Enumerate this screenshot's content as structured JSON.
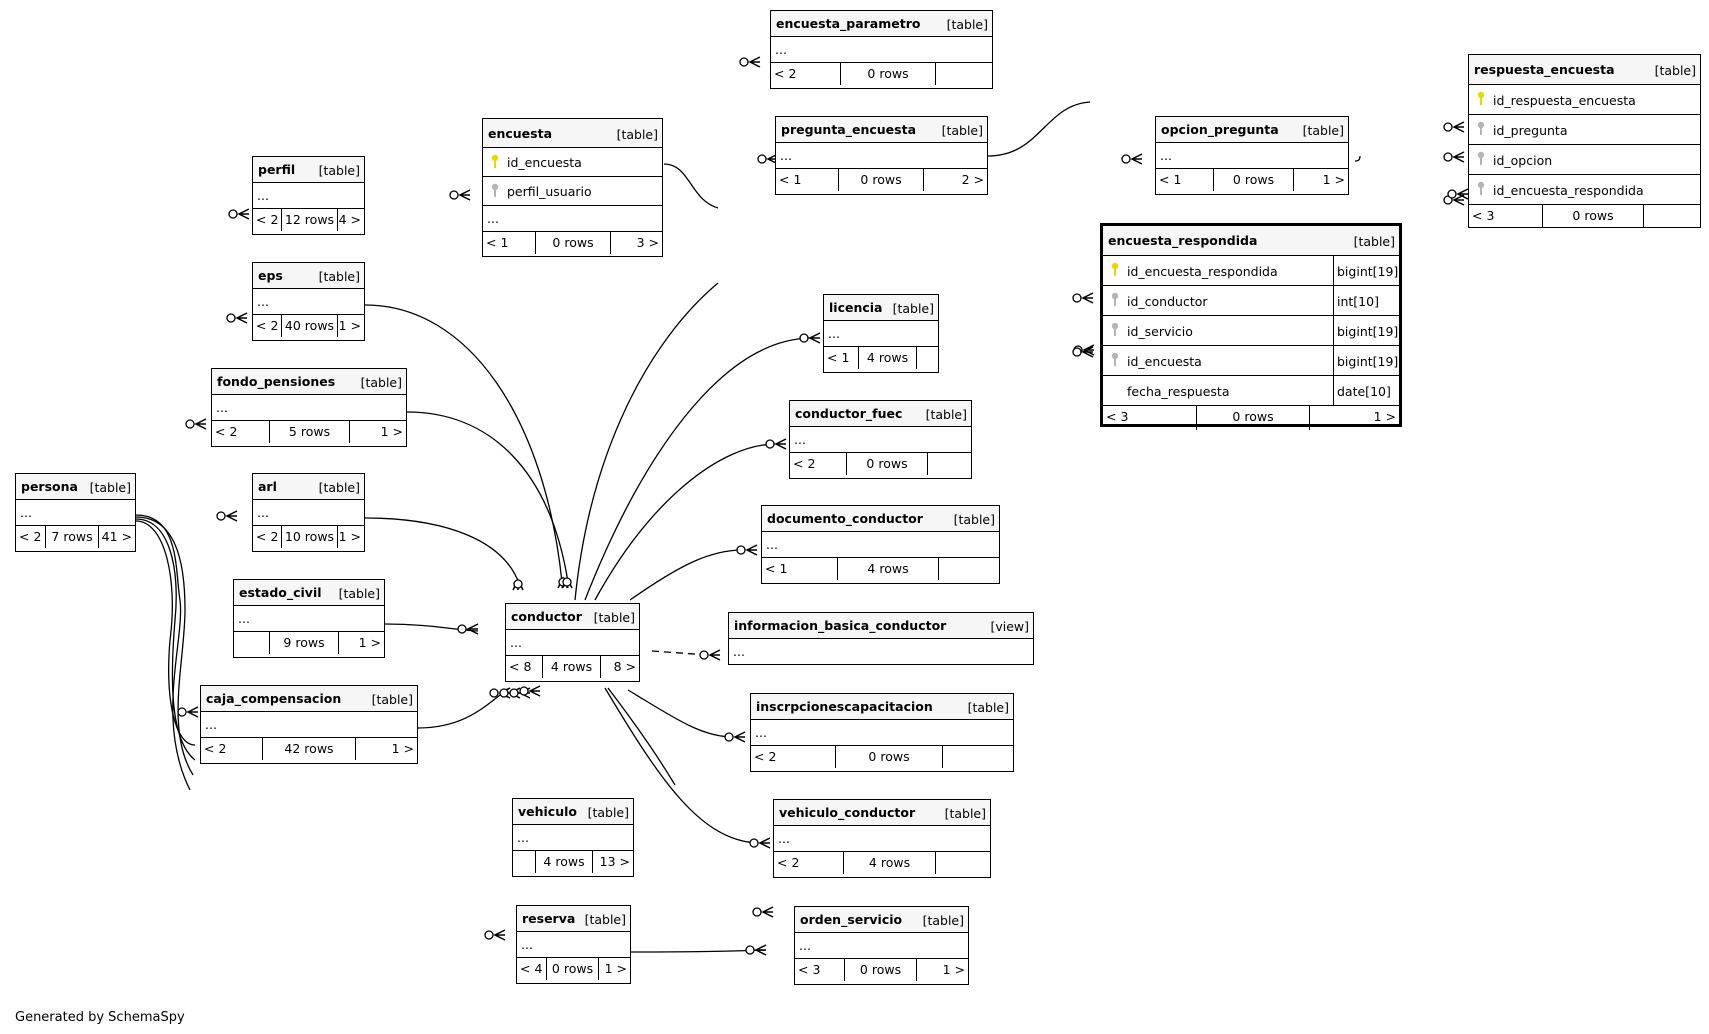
{
  "footer_text": "Generated by SchemaSpy",
  "colors": {
    "line": "#000000",
    "header_bg": "#f6f6f6",
    "primary_key": "#e8d800",
    "foreign_key": "#b4b4b4"
  },
  "tables": [
    {
      "name": "encuesta_parametro",
      "kind": "[table]",
      "ellipsis": "...",
      "rows_left": "< 2",
      "rows_count": "0 rows",
      "rows_right": ""
    },
    {
      "name": "respuesta_encuesta",
      "kind": "[table]",
      "columns": [
        {
          "name": "id_respuesta_encuesta",
          "key": "primary"
        },
        {
          "name": "id_pregunta",
          "key": "foreign"
        },
        {
          "name": "id_opcion",
          "key": "foreign"
        },
        {
          "name": "id_encuesta_respondida",
          "key": "foreign"
        }
      ],
      "rows_left": "< 3",
      "rows_count": "0 rows",
      "rows_right": ""
    },
    {
      "name": "pregunta_encuesta",
      "kind": "[table]",
      "ellipsis": "...",
      "rows_left": "< 1",
      "rows_count": "0 rows",
      "rows_right": "2 >"
    },
    {
      "name": "opcion_pregunta",
      "kind": "[table]",
      "ellipsis": "...",
      "rows_left": "< 1",
      "rows_count": "0 rows",
      "rows_right": "1 >"
    },
    {
      "name": "encuesta",
      "kind": "[table]",
      "columns": [
        {
          "name": "id_encuesta",
          "key": "primary"
        },
        {
          "name": "perfil_usuario",
          "key": "foreign"
        }
      ],
      "ellipsis": "...",
      "rows_left": "< 1",
      "rows_count": "0 rows",
      "rows_right": "3 >"
    },
    {
      "name": "perfil",
      "kind": "[table]",
      "ellipsis": "...",
      "rows_left": "< 2",
      "rows_count": "12 rows",
      "rows_right": "4 >"
    },
    {
      "name": "encuesta_respondida",
      "kind": "[table]",
      "columns": [
        {
          "name": "id_encuesta_respondida",
          "key": "primary",
          "type": "bigint[19]"
        },
        {
          "name": "id_conductor",
          "key": "foreign",
          "type": "int[10]"
        },
        {
          "name": "id_servicio",
          "key": "foreign",
          "type": "bigint[19]"
        },
        {
          "name": "id_encuesta",
          "key": "foreign",
          "type": "bigint[19]"
        },
        {
          "name": "fecha_respuesta",
          "key": "none",
          "type": "date[10]"
        }
      ],
      "rows_left": "< 3",
      "rows_count": "0 rows",
      "rows_right": "1 >"
    },
    {
      "name": "eps",
      "kind": "[table]",
      "ellipsis": "...",
      "rows_left": "< 2",
      "rows_count": "40 rows",
      "rows_right": "1 >"
    },
    {
      "name": "licencia",
      "kind": "[table]",
      "ellipsis": "...",
      "rows_left": "< 1",
      "rows_count": "4 rows",
      "rows_right": ""
    },
    {
      "name": "fondo_pensiones",
      "kind": "[table]",
      "ellipsis": "...",
      "rows_left": "< 2",
      "rows_count": "5 rows",
      "rows_right": "1 >"
    },
    {
      "name": "conductor_fuec",
      "kind": "[table]",
      "ellipsis": "...",
      "rows_left": "< 2",
      "rows_count": "0 rows",
      "rows_right": ""
    },
    {
      "name": "persona",
      "kind": "[table]",
      "ellipsis": "...",
      "rows_left": "< 2",
      "rows_count": "7 rows",
      "rows_right": "41 >"
    },
    {
      "name": "arl",
      "kind": "[table]",
      "ellipsis": "...",
      "rows_left": "< 2",
      "rows_count": "10 rows",
      "rows_right": "1 >"
    },
    {
      "name": "documento_conductor",
      "kind": "[table]",
      "ellipsis": "...",
      "rows_left": "< 1",
      "rows_count": "4 rows",
      "rows_right": ""
    },
    {
      "name": "estado_civil",
      "kind": "[table]",
      "ellipsis": "...",
      "rows_left": "",
      "rows_count": "9 rows",
      "rows_right": "1 >"
    },
    {
      "name": "conductor",
      "kind": "[table]",
      "ellipsis": "...",
      "rows_left": "< 8",
      "rows_count": "4 rows",
      "rows_right": "8 >"
    },
    {
      "name": "informacion_basica_conductor",
      "kind": "[view]",
      "ellipsis": "..."
    },
    {
      "name": "caja_compensacion",
      "kind": "[table]",
      "ellipsis": "...",
      "rows_left": "< 2",
      "rows_count": "42 rows",
      "rows_right": "1 >"
    },
    {
      "name": "inscrpcionescapacitacion",
      "kind": "[table]",
      "ellipsis": "...",
      "rows_left": "< 2",
      "rows_count": "0 rows",
      "rows_right": ""
    },
    {
      "name": "vehiculo",
      "kind": "[table]",
      "ellipsis": "...",
      "rows_left": "",
      "rows_count": "4 rows",
      "rows_right": "13 >"
    },
    {
      "name": "vehiculo_conductor",
      "kind": "[table]",
      "ellipsis": "...",
      "rows_left": "< 2",
      "rows_count": "4 rows",
      "rows_right": ""
    },
    {
      "name": "reserva",
      "kind": "[table]",
      "ellipsis": "...",
      "rows_left": "< 4",
      "rows_count": "0 rows",
      "rows_right": "1 >"
    },
    {
      "name": "orden_servicio",
      "kind": "[table]",
      "ellipsis": "...",
      "rows_left": "< 3",
      "rows_count": "0 rows",
      "rows_right": "1 >"
    }
  ]
}
